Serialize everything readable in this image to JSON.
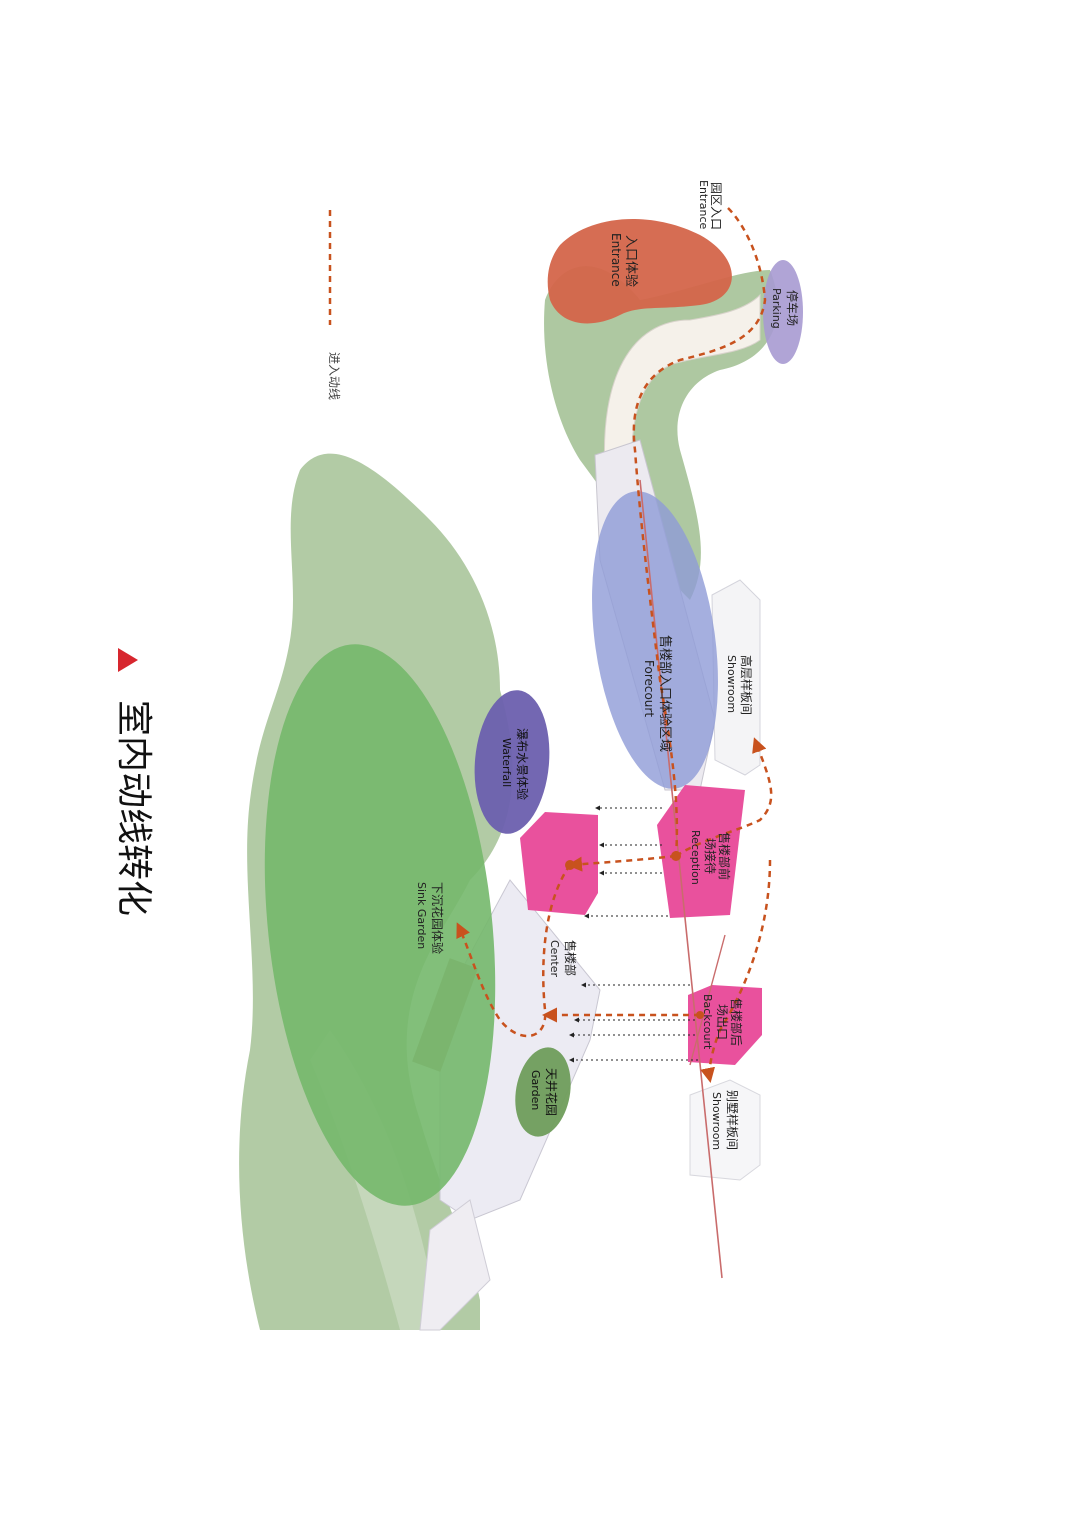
{
  "title": "室内动线转化",
  "legend": {
    "label": "进入动线"
  },
  "colors": {
    "marker": "#d7262e",
    "route": "#c8521e",
    "entrance_zone": "#d4654a",
    "parking_zone": "#a79ad2",
    "forecourt_zone": "#8f9bd7",
    "waterfall_zone": "#6b5fae",
    "sunken_garden": "#74b86c",
    "patio_garden": "#6f9d5b",
    "sales_box": "#e9519d",
    "landscape": "#aec8a1"
  },
  "labels": {
    "park_entrance": {
      "cn": "园区入口",
      "en": "Entrance"
    },
    "entrance_experience": {
      "cn": "入口体验",
      "en": "Entrance"
    },
    "parking": {
      "cn": "停车场",
      "en": "Parking"
    },
    "forecourt": {
      "cn": "售楼部入口体验区域",
      "en": "Forecourt"
    },
    "showroom_high": {
      "cn": "高层样板间",
      "en": "Showroom"
    },
    "waterfall": {
      "cn": "瀑布水景体验",
      "en": "Waterfall"
    },
    "reception": {
      "cn": "售楼部前",
      "cn2": "场接待",
      "en": "Reception"
    },
    "sunken_garden": {
      "cn": "下沉花园体验",
      "en": "Sink Garden"
    },
    "center": {
      "cn": "售楼部",
      "en": "Center"
    },
    "backcourt": {
      "cn": "售楼部后",
      "cn2": "场出口",
      "en": "Backcourt"
    },
    "patio_garden": {
      "cn": "天井花园",
      "en": "Garden"
    },
    "showroom_villa": {
      "cn": "别墅样板间",
      "en": "Showroom"
    }
  }
}
